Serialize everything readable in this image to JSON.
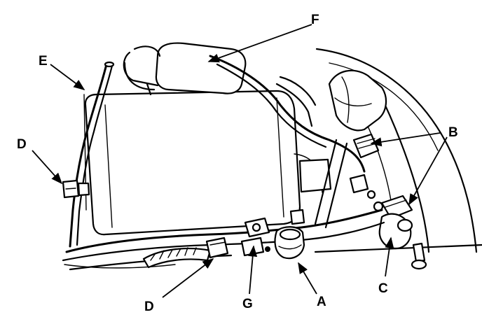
{
  "figure": {
    "callouts": {
      "a": "A",
      "b": "B",
      "c": "C",
      "d_upper": "D",
      "d_lower": "D",
      "e": "E",
      "f": "F",
      "g": "G"
    }
  }
}
